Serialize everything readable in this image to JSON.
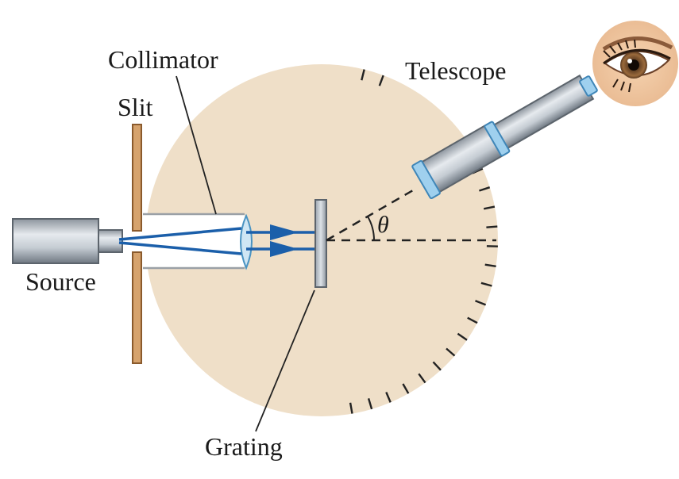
{
  "labels": {
    "collimator": "Collimator",
    "slit": "Slit",
    "telescope": "Telescope",
    "source": "Source",
    "grating": "Grating",
    "angle": "θ"
  },
  "colors": {
    "table": "#efdfc8",
    "slit_plate": "#d6a36d",
    "beam": "#1b5faa",
    "metal_light": "#d4d9df",
    "metal_dark": "#7f8892",
    "lens": "#cfe6f4",
    "lens_edge": "#4a93c2"
  },
  "icons": [
    "light-source",
    "slit-plate",
    "collimator-lens",
    "diffraction-grating",
    "telescope",
    "eye-icon"
  ]
}
